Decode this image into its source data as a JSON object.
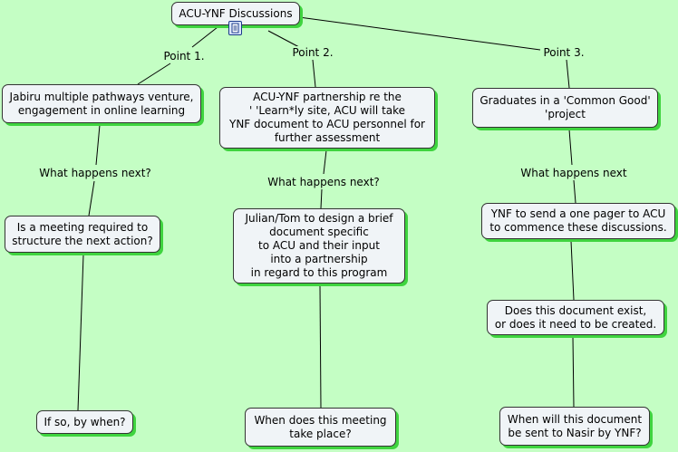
{
  "diagram": {
    "root": "ACU-YNF Discussions",
    "icons": {
      "root_attachment": "document-icon"
    },
    "branch_labels": [
      "Point 1.",
      "Point 2.",
      "Point 3."
    ],
    "followup_labels": [
      "What happens next?",
      "What happens next?",
      "What happens next"
    ],
    "nodes": {
      "b1_topic": "Jabiru multiple pathways venture,\nengagement in online learning",
      "b1_q": "Is a meeting required to\nstructure the next action?",
      "b1_end": "If so, by when?",
      "b2_topic": "ACU-YNF partnership re the\n' 'Learn*ly site, ACU will take\nYNF document to ACU personnel for\nfurther assessment",
      "b2_q": "Julian/Tom to design a brief\ndocument specific\nto ACU and their input\ninto a partnership\nin regard to this program",
      "b2_end": "When does this meeting\ntake place?",
      "b3_topic": "Graduates in a 'Common Good'\n'project",
      "b3_q": "YNF to send a one pager to ACU\nto commence these discussions.",
      "b3_mid": "Does this document exist,\nor does it need to be created.",
      "b3_end": "When will this document\nbe sent to Nasir by YNF?"
    }
  }
}
